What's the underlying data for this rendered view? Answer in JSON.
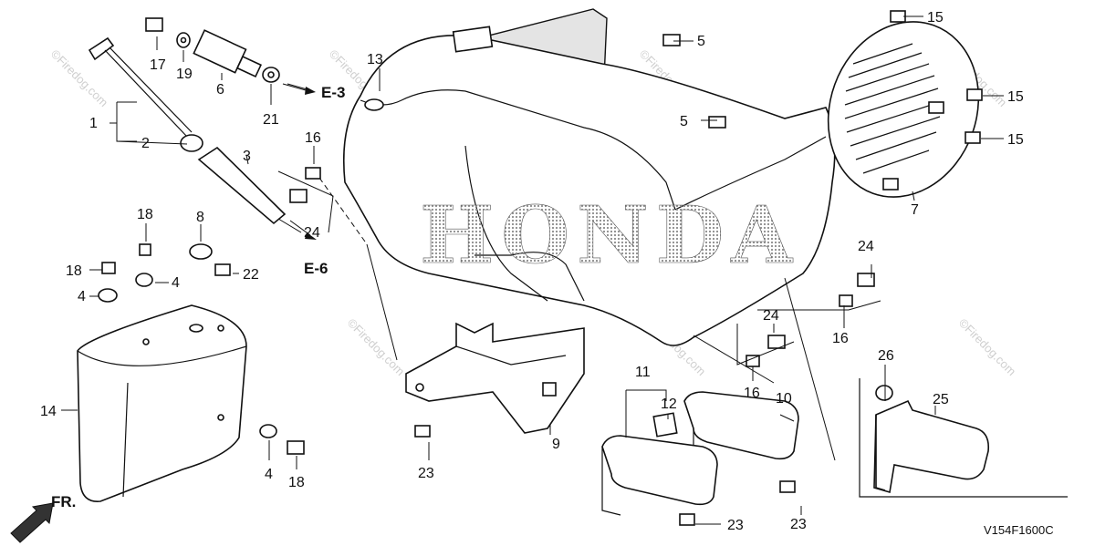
{
  "diagram": {
    "brand_text": "HONDA",
    "diagram_code": "V154F1600C",
    "front_marker": "FR.",
    "watermark": "©Firedog.com",
    "references": [
      "E-3",
      "E-6"
    ],
    "callouts": {
      "c1": "1",
      "c2": "2",
      "c3": "3",
      "c4a": "4",
      "c4b": "4",
      "c4c": "4",
      "c5a": "5",
      "c5b": "5",
      "c6": "6",
      "c7": "7",
      "c8": "8",
      "c9": "9",
      "c10": "10",
      "c11": "11",
      "c12": "12",
      "c13": "13",
      "c14": "14",
      "c15a": "15",
      "c15b": "15",
      "c15c": "15",
      "c16a": "16",
      "c16b": "16",
      "c16c": "16",
      "c17": "17",
      "c18a": "18",
      "c18b": "18",
      "c18c": "18",
      "c19": "19",
      "c21": "21",
      "c22": "22",
      "c23a": "23",
      "c23b": "23",
      "c23c": "23",
      "c24a": "24",
      "c24b": "24",
      "c24c": "24",
      "c25": "25",
      "c26": "26"
    }
  },
  "colors": {
    "line": "#111111",
    "shade": "#e4e4e4",
    "brand_dots": "#9a9a9a",
    "watermark": "#cfcfcf"
  }
}
